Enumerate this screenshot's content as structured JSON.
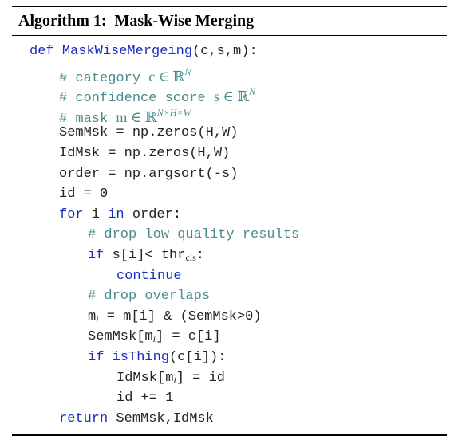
{
  "caption": {
    "label": "Algorithm 1:",
    "name": "Mask-Wise Merging"
  },
  "code": {
    "def_kw": "def",
    "func_sig": "MaskWiseMergeing",
    "params": "(c,s,m):",
    "c1_text": "# category ",
    "c1_math": "c ∈ ℝ",
    "c1_sup": "N",
    "c2_text": "# confidence score ",
    "c2_math": "s ∈ ℝ",
    "c2_sup": "N",
    "c3_text": "# mask ",
    "c3_math": "m ∈ ℝ",
    "c3_sup": "N×H×W",
    "l_semmsk": "SemMsk = np.zeros(H,W)",
    "l_idmsk": "IdMsk = np.zeros(H,W)",
    "l_order": "order = np.argsort(-s)",
    "l_id": "id = 0",
    "for_kw": "for",
    "for_var": " i ",
    "in_kw": "in",
    "for_rest": " order:",
    "c4": "# drop low quality results",
    "if_kw": "if",
    "if_rest": " s[i]< thr",
    "if_sub": "cls",
    "if_end": ":",
    "continue_kw": "continue",
    "c5": "# drop overlaps",
    "mi_base": "m",
    "mi_sub": "i",
    "mi_rest": " = m[i] & (SemMsk>0)",
    "sem_pre": "SemMsk[m",
    "sem_sub": "i",
    "sem_post": "] = c[i]",
    "if2_kw": "if",
    "isthing": "isThing",
    "if2_rest": "(c[i]):",
    "id_pre": "IdMsk[m",
    "id_sub": "i",
    "id_post": "] = id",
    "l_inc": "id += 1",
    "return_kw": "return",
    "return_rest": " SemMsk,IdMsk"
  }
}
